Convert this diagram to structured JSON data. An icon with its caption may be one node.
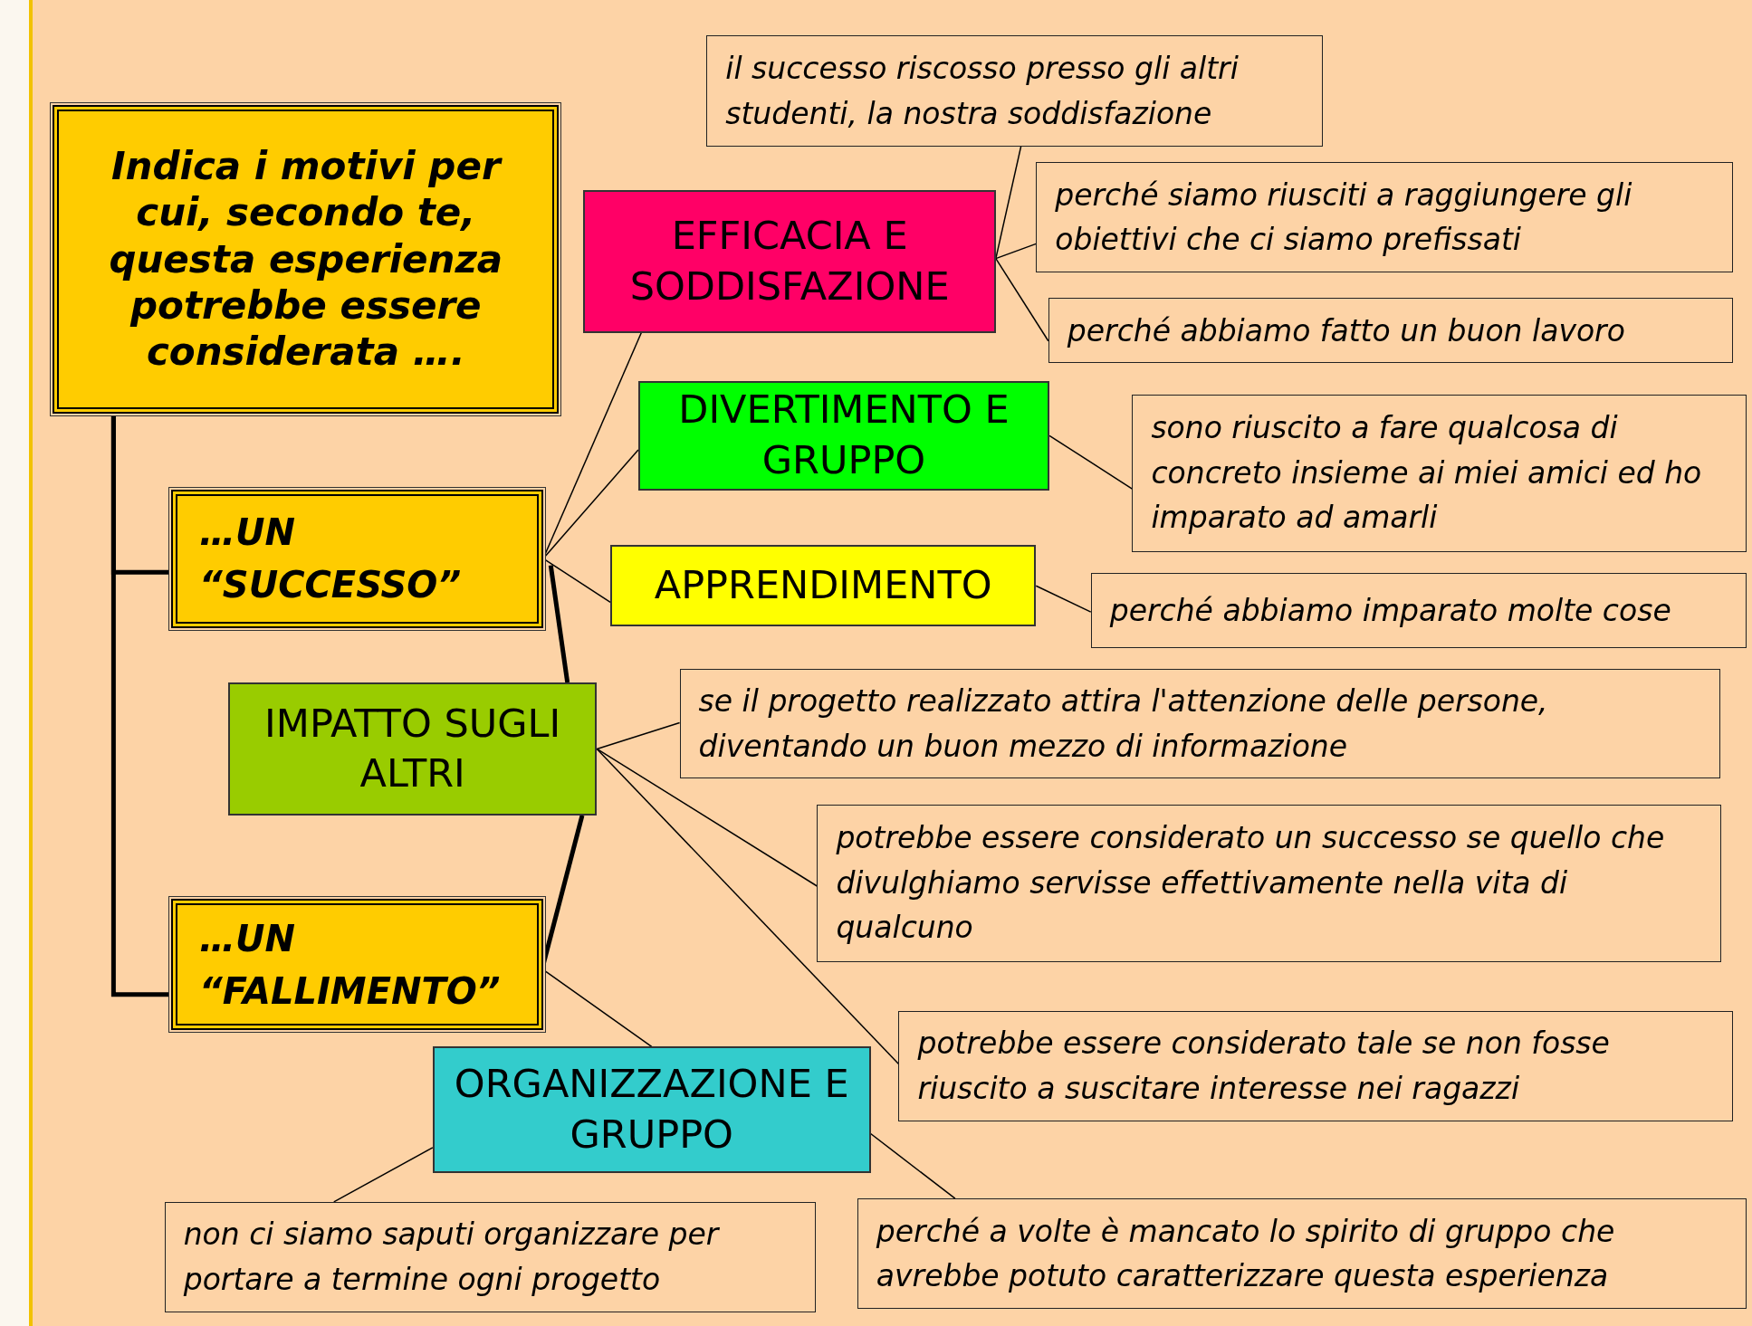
{
  "diagram": {
    "nodes": [
      {
        "text": [
          "Indica i motivi per cui, secondo te, questa esperienza potrebbe essere considerata …."
        ]
      },
      {
        "text": [
          "…UN “SUCCESSO”"
        ]
      },
      {
        "text": [
          "EFFICACIA E SODDISFAZIONE"
        ]
      },
      {
        "text": [
          "il successo riscosso presso gli altri studenti, la nostra soddisfazione"
        ]
      },
      {
        "text": [
          "perché siamo riusciti a raggiungere gli obiettivi che ci siamo prefissati"
        ]
      },
      {
        "text": [
          "perché abbiamo fatto un buon lavoro"
        ]
      },
      {
        "text": [
          "DIVERTIMENTO E GRUPPO"
        ]
      },
      {
        "text": [
          "sono riuscito a fare qualcosa di concreto insieme ai miei amici ed ho imparato ad amarli"
        ]
      },
      {
        "text": [
          "APPRENDIMENTO"
        ]
      },
      {
        "text": [
          "perché abbiamo imparato molte cose"
        ]
      },
      {
        "text": [
          "IMPATTO SUGLI ALTRI"
        ]
      },
      {
        "text": [
          "se il progetto realizzato attira l'attenzione delle persone, diventando un buon mezzo di informazione"
        ]
      },
      {
        "text": [
          "potrebbe essere considerato un successo se quello che divulghiamo servisse effettivamente nella vita di qualcuno"
        ]
      },
      {
        "text": [
          "potrebbe essere considerato tale se non fosse riuscito a suscitare interesse nei ragazzi"
        ]
      },
      {
        "text": [
          "…UN “FALLIMENTO”"
        ]
      },
      {
        "text": [
          "ORGANIZZAZIONE E GRUPPO"
        ]
      },
      {
        "text": [
          "non ci siamo saputi organizzare per portare a termine ogni progetto"
        ]
      },
      {
        "text": [
          "perché a volte è mancato lo spirito di gruppo che avrebbe potuto caratterizzare questa esperienza"
        ]
      }
    ],
    "edges": [
      {
        "from": 0,
        "to": 1,
        "arrow": "none",
        "style": "thick"
      },
      {
        "from": 0,
        "to": 14,
        "arrow": "none",
        "style": "thick"
      },
      {
        "from": 1,
        "to": 2,
        "arrow": "none"
      },
      {
        "from": 1,
        "to": 6,
        "arrow": "none"
      },
      {
        "from": 1,
        "to": 8,
        "arrow": "none"
      },
      {
        "from": 1,
        "to": 10,
        "arrow": "none",
        "style": "thick"
      },
      {
        "from": 10,
        "to": 14,
        "arrow": "none",
        "style": "thick"
      },
      {
        "from": 2,
        "to": 3,
        "arrow": "none"
      },
      {
        "from": 2,
        "to": 4,
        "arrow": "none"
      },
      {
        "from": 2,
        "to": 5,
        "arrow": "none"
      },
      {
        "from": 6,
        "to": 7,
        "arrow": "none"
      },
      {
        "from": 8,
        "to": 9,
        "arrow": "none"
      },
      {
        "from": 10,
        "to": 11,
        "arrow": "none"
      },
      {
        "from": 10,
        "to": 12,
        "arrow": "none"
      },
      {
        "from": 10,
        "to": 13,
        "arrow": "none"
      },
      {
        "from": 14,
        "to": 15,
        "arrow": "none"
      },
      {
        "from": 15,
        "to": 16,
        "arrow": "none"
      },
      {
        "from": 15,
        "to": 17,
        "arrow": "none"
      }
    ]
  }
}
